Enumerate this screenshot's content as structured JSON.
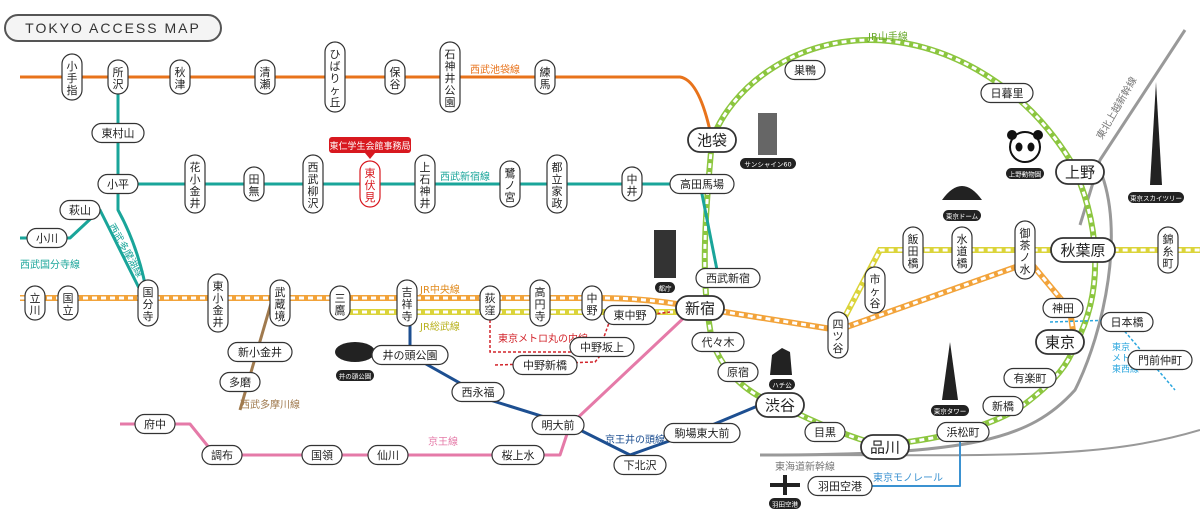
{
  "title": "TOKYO ACCESS MAP",
  "callout": "東仁学生会館事務局",
  "line_labels": {
    "yamanote": "JR山手線",
    "ikebukuro": "西武池袋線",
    "shinjuku": "西武新宿線",
    "tama": "西武多摩湖線",
    "kokubunji": "西武国分寺線",
    "chuo": "JR中央線",
    "sobu": "JR総武線",
    "marunouchi": "東京メトロ丸の内線",
    "inokashira": "京王井の頭線",
    "keio": "京王線",
    "tamagawa": "西武多摩川線",
    "tohoku": "東北上越新幹線",
    "tokaido": "東海道新幹線",
    "monorail": "東京モノレール",
    "tozai": "東京メトロ東西線"
  },
  "stations": {
    "kotesashi": "小手指",
    "tokorozawa": "所沢",
    "akitsu": "秋津",
    "kiyose": "清瀬",
    "hibarigaoka": "ひばりヶ丘",
    "hoya": "保谷",
    "shakujii": "石神井公園",
    "nerima": "練馬",
    "higashimurayama": "東村山",
    "kodaira": "小平",
    "hanakoganei": "花小金井",
    "tanashi": "田無",
    "seibuyagisawa": "西武柳沢",
    "higashifushimi": "東伏見",
    "kamishakujii": "上石神井",
    "saginomiya": "鷺ノ宮",
    "toritsukasei": "都立家政",
    "nakai": "中井",
    "takadanobaba": "高田馬場",
    "hagiyama": "萩山",
    "ogawa": "小川",
    "tachikawa": "立川",
    "kunitachi": "国立",
    "kokubunji": "国分寺",
    "higashikoganei": "東小金井",
    "musashisakai": "武蔵境",
    "mitaka": "三鷹",
    "kichijoji": "吉祥寺",
    "ogikubo": "荻窪",
    "koenji": "高円寺",
    "nakano": "中野",
    "higashinakano": "東中野",
    "shinjuku": "新宿",
    "nishishinjuku": "西武新宿",
    "ikebukuro": "池袋",
    "sugamo": "巣鴨",
    "nippori": "日暮里",
    "ueno": "上野",
    "akihabara": "秋葉原",
    "kinshicho": "錦糸町",
    "iidabashi": "飯田橋",
    "suidobashi": "水道橋",
    "ochanomizu": "御茶ノ水",
    "ichigaya": "市ヶ谷",
    "yotsuya": "四ツ谷",
    "kanda": "神田",
    "tokyo": "東京",
    "nihonbashi": "日本橋",
    "monzennakacho": "門前仲町",
    "yurakucho": "有楽町",
    "shimbashi": "新橋",
    "hamamatsucho": "浜松町",
    "shinagawa": "品川",
    "meguro": "目黒",
    "shibuya": "渋谷",
    "harajuku": "原宿",
    "yoyogi": "代々木",
    "nakanosakaue": "中野坂上",
    "nakanoshimbashi": "中野新橋",
    "inokashirakoen": "井の頭公園",
    "nishieifuku": "西永福",
    "meidaimae": "明大前",
    "komabatodaimae": "駒場東大前",
    "shimokitazawa": "下北沢",
    "sakurajosui": "桜上水",
    "sengawa": "仙川",
    "kokuryo": "国領",
    "chofu": "調布",
    "fuchu": "府中",
    "shinkoganei": "新小金井",
    "tama": "多磨",
    "haneda": "羽田空港"
  },
  "landmarks": {
    "sunshine": "サンシャイン60",
    "zoo": "上野動物園",
    "dome": "東京ドーム",
    "skytree": "東京スカイツリー",
    "tocho": "都庁",
    "hachiko": "ハチ公",
    "tower": "東京タワー",
    "inokashira_park": "井の頭公園",
    "haneda_airport": "羽田空港"
  },
  "colors": {
    "ikebukuro": "#e8731b",
    "shinjuku": "#1aa59a",
    "chuo": "#f2a33a",
    "sobu": "#dbd43a",
    "yamanote": "#8cc63f",
    "inokashira": "#1d4f91",
    "keio": "#e57aa8",
    "tamagawa": "#a07a4e",
    "marunouchi": "#d2232a",
    "shinkansen": "#999999",
    "monorail": "#3b92d1",
    "tozai": "#2aa6de",
    "highlight": "#d8181f"
  }
}
